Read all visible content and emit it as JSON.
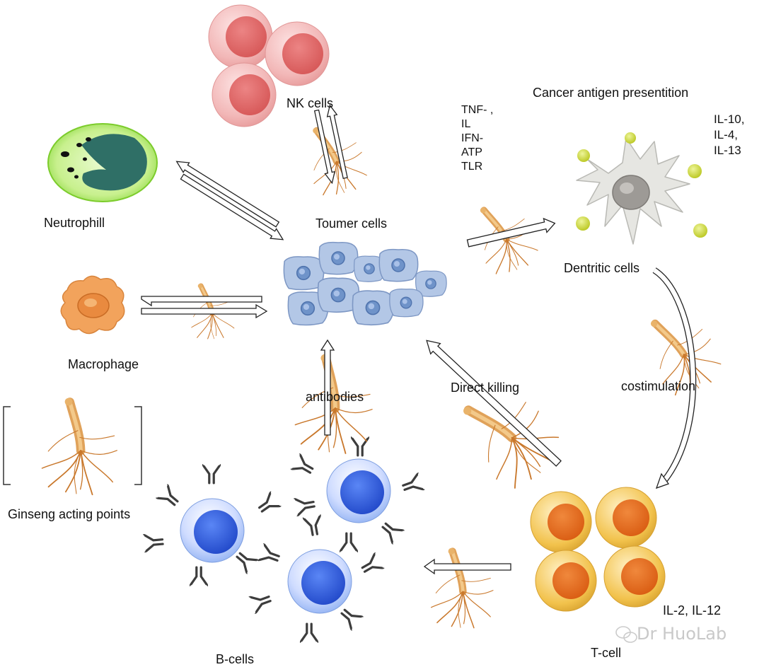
{
  "labels": {
    "nk_cells": "NK cells",
    "neutrophil": "Neutrophill",
    "tumor_cells": "Toumer cells",
    "macrophage": "Macrophage",
    "antibodies": "antibodies",
    "direct_killing": "Direct killing",
    "cancer_antigen": "Cancer antigen presentition",
    "dendritic_cells": "Dentritic cells",
    "costimulation": "costimulation",
    "ginseng_acting_points": "Ginseng acting points",
    "b_cells": "B-cells",
    "t_cell": "T-cell"
  },
  "cytokines_left": [
    "TNF- ,",
    "IL",
    "IFN-",
    "ATP",
    "TLR"
  ],
  "cytokines_right": [
    "IL-10,",
    "IL-4,",
    "IL-13"
  ],
  "tcell_cytokines": "IL-2, IL-12",
  "watermark": "Dr HuoLab",
  "colors": {
    "nk_outer": "#f2b7b7",
    "nk_inner": "#e06b6b",
    "neutrophil_outer": "#9be24a",
    "neutrophil_nucleus": "#2f6f66",
    "tumor_fill": "#b3c7e6",
    "tumor_nucleus": "#6f93c9",
    "macrophage_fill": "#f2a35c",
    "dendritic_fill": "#e6e6e2",
    "antigen_dot": "#c9d62a",
    "b_cell_fill": "#2f62e0",
    "t_cell_outer": "#f2c24c",
    "t_cell_inner": "#e36b1f",
    "ginseng": "#d98a3a",
    "antibody": "#4a4a4a"
  },
  "icons": [
    "ginseng-root-icon",
    "double-arrow-icon",
    "antibody-icon",
    "wechat-icon"
  ]
}
